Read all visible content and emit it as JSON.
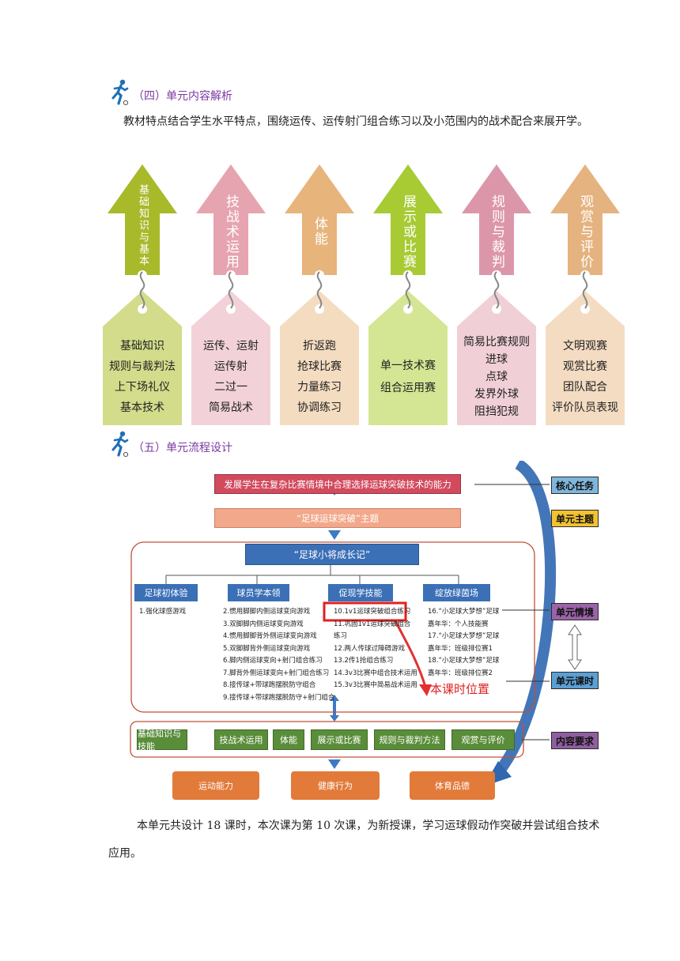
{
  "section4": {
    "title": "（四）单元内容解析",
    "paragraph": "教材特点结合学生水平特点，围绕运传、运传射门组合练习以及小范围内的战术配合来展开学。"
  },
  "tags": [
    {
      "arrow": "基础知识与基本",
      "lines": [
        "基础知识",
        "规则与裁判法",
        "上下场礼仪",
        "基本技术"
      ],
      "arrow_color": "#a8b92a",
      "card_color": "#d2dc8a"
    },
    {
      "arrow": "技战术运用",
      "lines": [
        "运传、运射",
        "运传射",
        "二过一",
        "简易战术"
      ],
      "arrow_color": "#e6a4b0",
      "card_color": "#f2d2d8"
    },
    {
      "arrow": "体能",
      "lines": [
        "折返跑",
        "抢球比赛",
        "力量练习",
        "协调练习"
      ],
      "arrow_color": "#e7b47c",
      "card_color": "#f4dcc0"
    },
    {
      "arrow": "展示或比赛",
      "lines": [
        "单一技术赛",
        "组合运用赛"
      ],
      "arrow_color": "#a8ca33",
      "card_color": "#d4e593"
    },
    {
      "arrow": "规则与裁判",
      "lines": [
        "简易比赛规则",
        "进球",
        "点球",
        "发界外球",
        "阻挡犯规"
      ],
      "arrow_color": "#dc96aa",
      "card_color": "#f0cfd7"
    },
    {
      "arrow": "观赏与评价",
      "lines": [
        "文明观赛",
        "观赏比赛",
        "团队配合",
        "评价队员表现"
      ],
      "arrow_color": "#e5b380",
      "card_color": "#f4dcc2"
    }
  ],
  "section5": {
    "title": "（五）单元流程设计"
  },
  "flow": {
    "core": "发展学生在复杂比赛情境中合理选择运球突破技术的能力",
    "theme": "“足球运球突破”主题",
    "story": "“足球小将成长记”",
    "columns": [
      {
        "header": "足球初体验",
        "items": [
          "1.强化球感游戏"
        ]
      },
      {
        "header": "球员学本领",
        "items": [
          "2.惯用脚脚内侧运球变向游戏",
          "3.双脚脚内侧运球变向游戏",
          "4.惯用脚脚背外侧运球变向游戏",
          "5.双脚脚背外侧运球变向游戏",
          "6.脚内侧运球变向+射门组合练习",
          "7.脚背外侧运球变向+射门组合练习",
          "8.接传球+带球跑摆脱防守组合",
          "9.接传球+带球跑摆脱防守+射门组合"
        ]
      },
      {
        "header": "促现学技能",
        "items": [
          "10.1v1运球突破组合练习",
          "11.巩固1v1运球突破组合",
          "练习",
          "12.两人传球过障碍游戏",
          "13.2传1抢组合练习",
          "14.3v3比赛中组合技术运用",
          "15.3v3比赛中简易战术运用"
        ]
      },
      {
        "header": "绽放绿茵场",
        "items": [
          "16.“小足球大梦想”足球",
          "嘉年华：个人技能赛",
          "17.“小足球大梦想”足球",
          "嘉年华：班级排位赛1",
          "18.“小足球大梦想”足球",
          "嘉年华：班级排位赛2"
        ]
      }
    ],
    "current_lesson_label": "本课时位置",
    "content_items": [
      "基础知识与技能",
      "技战术运用",
      "体能",
      "展示或比赛",
      "规则与裁判方法",
      "观赏与评价"
    ],
    "outcomes": [
      "运动能力",
      "健康行为",
      "体育品德"
    ],
    "side_labels": [
      "核心任务",
      "单元主题",
      "单元情境",
      "单元课时",
      "内容要求"
    ]
  },
  "closing": {
    "line1": "本单元共设计 18 课时，本次课为第 10 次课，为新授课，学习运球假动作突破并尝试组合技术",
    "line2": "应用。"
  }
}
